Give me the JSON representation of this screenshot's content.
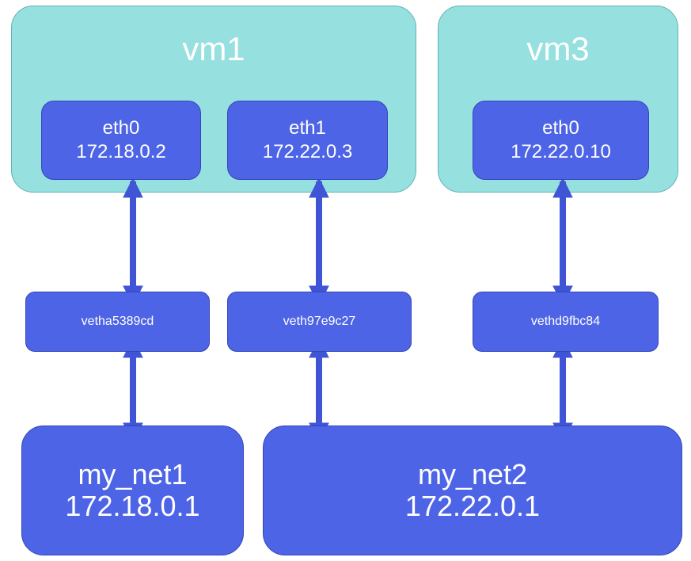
{
  "vms": [
    {
      "id": "vm1",
      "title": "vm1"
    },
    {
      "id": "vm3",
      "title": "vm3"
    }
  ],
  "interfaces": [
    {
      "id": "vm1-eth0",
      "name": "eth0",
      "ip": "172.18.0.2"
    },
    {
      "id": "vm1-eth1",
      "name": "eth1",
      "ip": "172.22.0.3"
    },
    {
      "id": "vm3-eth0",
      "name": "eth0",
      "ip": "172.22.0.10"
    }
  ],
  "veths": [
    {
      "id": "veth-1",
      "name": "vetha5389cd"
    },
    {
      "id": "veth-2",
      "name": "veth97e9c27"
    },
    {
      "id": "veth-3",
      "name": "vethd9fbc84"
    }
  ],
  "networks": [
    {
      "id": "my-net1",
      "name": "my_net1",
      "ip": "172.18.0.1"
    },
    {
      "id": "my-net2",
      "name": "my_net2",
      "ip": "172.22.0.1"
    }
  ],
  "colors": {
    "vm_fill": "#97e0e0",
    "box_fill": "#4e64e6",
    "connector": "#3f55d6"
  }
}
